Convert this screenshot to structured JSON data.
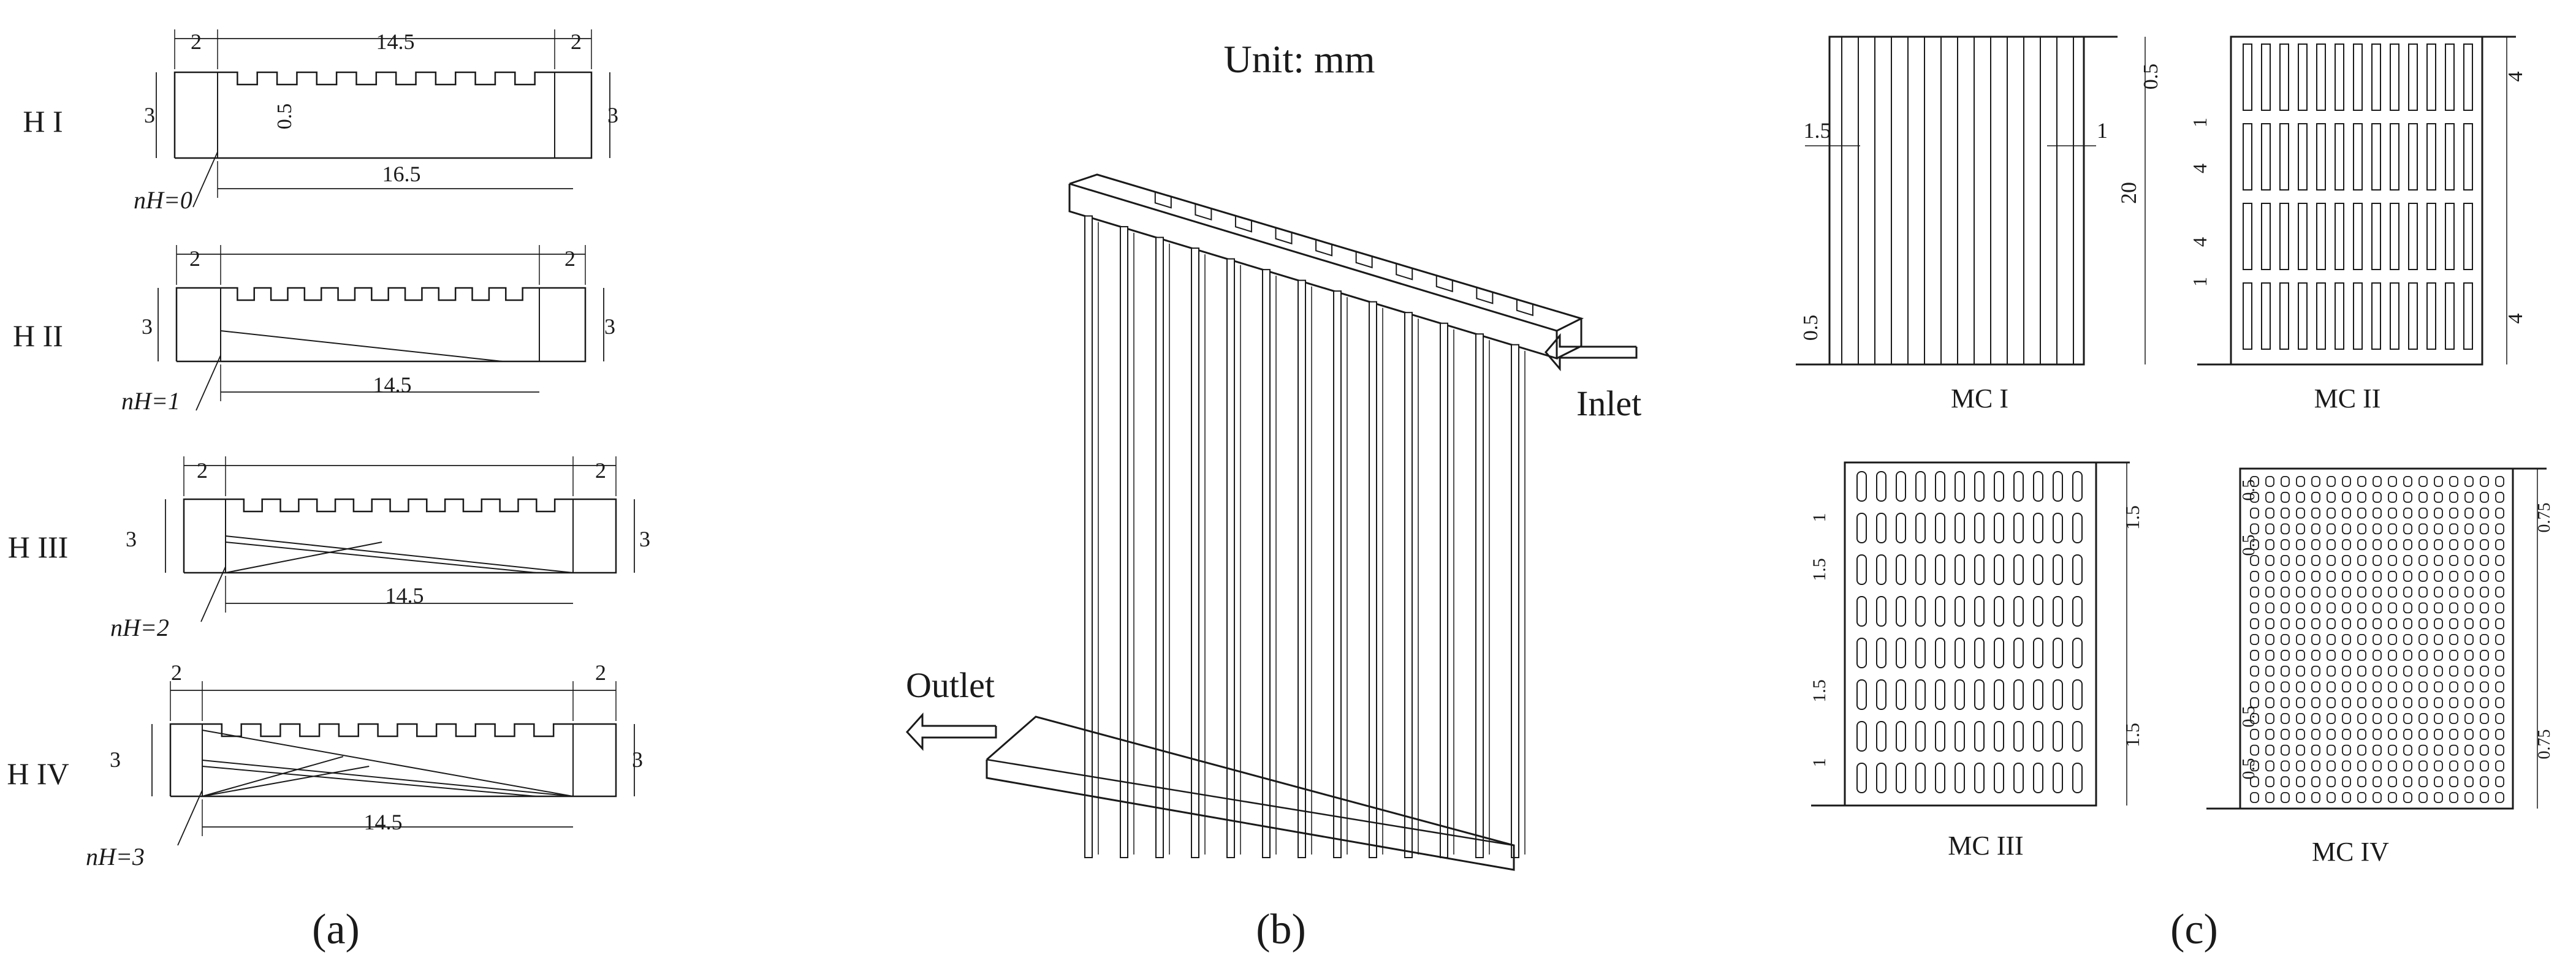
{
  "unit_label": "Unit: mm",
  "panel_labels": {
    "a": "(a)",
    "b": "(b)",
    "c": "(c)"
  },
  "panel_a": {
    "headers": [
      {
        "name": "H I",
        "nh": "nH=0"
      },
      {
        "name": "H II",
        "nh": "nH=1"
      },
      {
        "name": "H III",
        "nh": "nH=2"
      },
      {
        "name": "H IV",
        "nh": "nH=3"
      }
    ],
    "dims": {
      "end": "2",
      "top": "14.5",
      "height": "3",
      "groove": "0.5",
      "bottom_h1": "16.5",
      "bottom": "14.5"
    }
  },
  "panel_b": {
    "inlet": "Inlet",
    "outlet": "Outlet"
  },
  "panel_c": {
    "captions": [
      "MC I",
      "MC II",
      "MC III",
      "MC IV"
    ],
    "mc1": {
      "d1": "1.5",
      "d2": "1",
      "d3": "0.5",
      "d4": "20",
      "d5": "0.5"
    },
    "mc2": {
      "d1": "4",
      "d2": "1",
      "d3": "4",
      "d4": "4",
      "d5": "1",
      "d6": "4"
    },
    "mc3": {
      "d1": "1",
      "d2": "1.5",
      "d3": "1.5",
      "d4": "1",
      "d5": "1.5",
      "d6": "1.5"
    },
    "mc4": {
      "d1": "0.5",
      "d2": "0.5",
      "d3": "0.5",
      "d4": "0.5",
      "d5": "0.75",
      "d6": "0.75"
    }
  },
  "colors": {
    "ink": "#1a1a1a",
    "background": "#ffffff"
  }
}
